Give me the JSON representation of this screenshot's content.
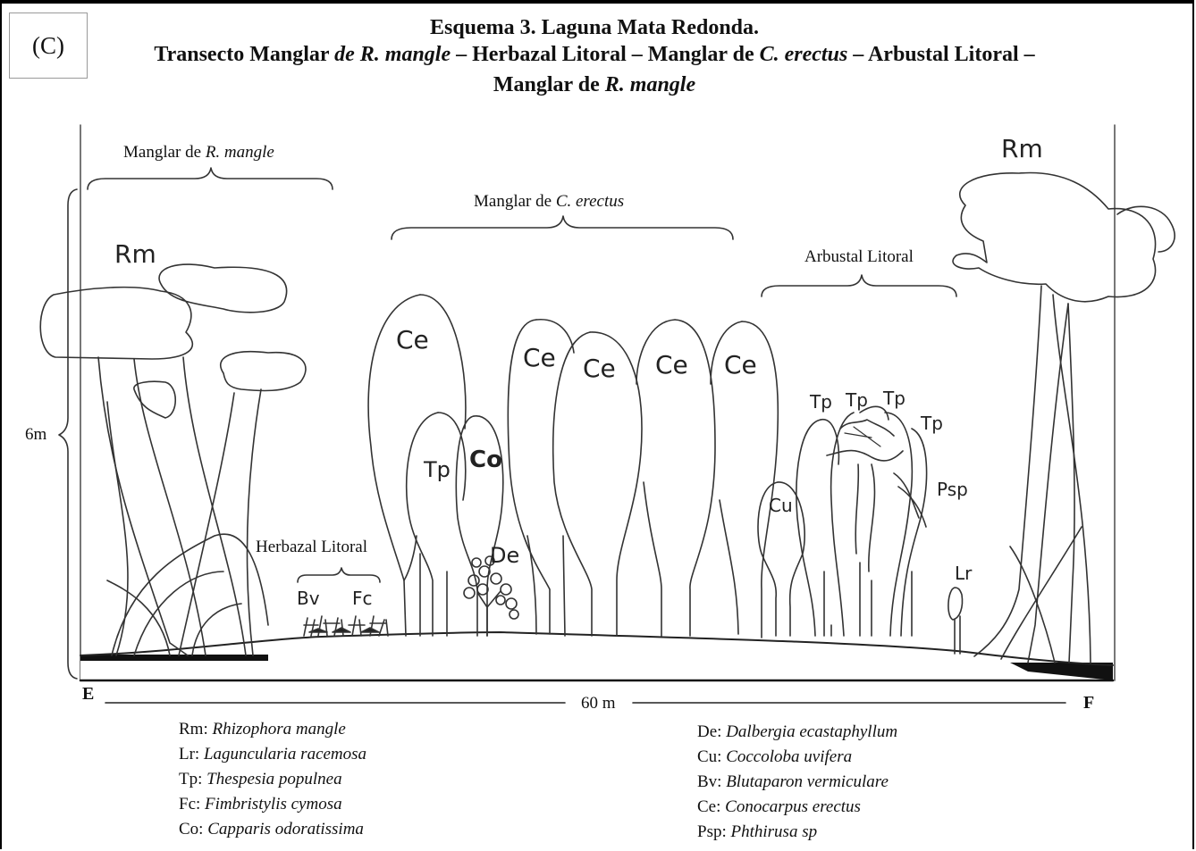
{
  "panel_label": "(C)",
  "title": {
    "line1": "Esquema 3. Laguna Mata Redonda.",
    "line2_parts": [
      "Transecto Manglar ",
      "de R. mangle",
      " – Herbazal Litoral – Manglar de ",
      "C. erectus",
      " – Arbustal Litoral  –"
    ],
    "line3_parts": [
      "Manglar de ",
      "R. mangle"
    ]
  },
  "zones": {
    "manglar_rm": {
      "prefix": "Manglar de ",
      "species": "R. mangle"
    },
    "manglar_ce": {
      "prefix": "Manglar de ",
      "species": "C. erectus"
    },
    "arbustal": "Arbustal Litoral",
    "herbazal": "Herbazal Litoral"
  },
  "height_label": "6m",
  "transect": {
    "start": "E",
    "end": "F",
    "length": "60 m"
  },
  "plant_codes": {
    "rm_left": "Rm",
    "rm_right": "Rm",
    "ce1": "Ce",
    "ce2": "Ce",
    "ce3": "Ce",
    "ce4": "Ce",
    "ce5": "Ce",
    "tp_mid": "Tp",
    "co": "Co",
    "de": "De",
    "bv": "Bv",
    "fc": "Fc",
    "cu": "Cu",
    "tp_a": "Tp",
    "tp_b": "Tp",
    "tp_c": "Tp",
    "tp_d": "Tp",
    "psp": "Psp",
    "lr": "Lr"
  },
  "legend_left": [
    {
      "code": "Rm: ",
      "name": "Rhizophora mangle"
    },
    {
      "code": "Lr: ",
      "name": "Laguncularia racemosa"
    },
    {
      "code": "Tp: ",
      "name": "Thespesia populnea"
    },
    {
      "code": "Fc: ",
      "name": "Fimbristylis cymosa"
    },
    {
      "code": "Co: ",
      "name": "Capparis odoratissima"
    }
  ],
  "legend_right": [
    {
      "code": "De: ",
      "name": "Dalbergia ecastaphyllum"
    },
    {
      "code": "Cu: ",
      "name": "Coccoloba uvifera"
    },
    {
      "code": "Bv: ",
      "name": "Blutaparon vermiculare"
    },
    {
      "code": "Ce: ",
      "name": "Conocarpus erectus"
    },
    {
      "code": "Psp: ",
      "name": "Phthirusa sp"
    }
  ]
}
